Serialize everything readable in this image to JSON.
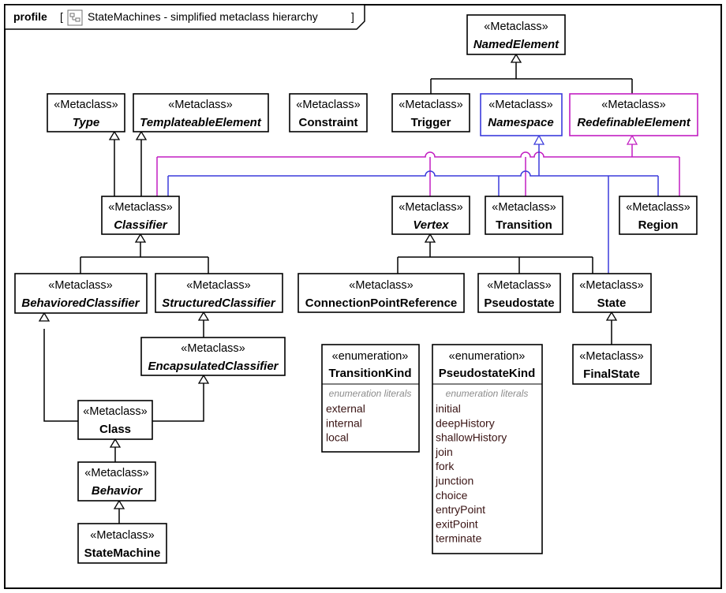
{
  "header": {
    "keyword": "profile",
    "bracket_open": "[",
    "title": "StateMachines - simplified metaclass hierarchy",
    "bracket_close": "]",
    "icon": "diagram-icon"
  },
  "colors": {
    "default": "#000000",
    "namespace_edges": "#3b3bdc",
    "redefinable_edges": "#c21ec2",
    "literal_text": "#3a1414"
  },
  "classes": {
    "named_element": {
      "stereotype": "«Metaclass»",
      "name": "NamedElement"
    },
    "type": {
      "stereotype": "«Metaclass»",
      "name": "Type"
    },
    "templateable_element": {
      "stereotype": "«Metaclass»",
      "name": "TemplateableElement"
    },
    "constraint": {
      "stereotype": "«Metaclass»",
      "name": "Constraint"
    },
    "trigger": {
      "stereotype": "«Metaclass»",
      "name": "Trigger"
    },
    "namespace": {
      "stereotype": "«Metaclass»",
      "name": "Namespace"
    },
    "redefinable_element": {
      "stereotype": "«Metaclass»",
      "name": "RedefinableElement"
    },
    "classifier": {
      "stereotype": "«Metaclass»",
      "name": "Classifier"
    },
    "vertex": {
      "stereotype": "«Metaclass»",
      "name": "Vertex"
    },
    "transition": {
      "stereotype": "«Metaclass»",
      "name": "Transition"
    },
    "region": {
      "stereotype": "«Metaclass»",
      "name": "Region"
    },
    "behaviored_classifier": {
      "stereotype": "«Metaclass»",
      "name": "BehavioredClassifier"
    },
    "structured_classifier": {
      "stereotype": "«Metaclass»",
      "name": "StructuredClassifier"
    },
    "connection_point_reference": {
      "stereotype": "«Metaclass»",
      "name": "ConnectionPointReference"
    },
    "pseudostate": {
      "stereotype": "«Metaclass»",
      "name": "Pseudostate"
    },
    "state": {
      "stereotype": "«Metaclass»",
      "name": "State"
    },
    "encapsulated_classifier": {
      "stereotype": "«Metaclass»",
      "name": "EncapsulatedClassifier"
    },
    "final_state": {
      "stereotype": "«Metaclass»",
      "name": "FinalState"
    },
    "class": {
      "stereotype": "«Metaclass»",
      "name": "Class"
    },
    "behavior": {
      "stereotype": "«Metaclass»",
      "name": "Behavior"
    },
    "state_machine": {
      "stereotype": "«Metaclass»",
      "name": "StateMachine"
    }
  },
  "enumerations": {
    "transition_kind": {
      "stereotype": "«enumeration»",
      "name": "TransitionKind",
      "section_title": "enumeration literals",
      "literals": [
        "external",
        "internal",
        "local"
      ]
    },
    "pseudostate_kind": {
      "stereotype": "«enumeration»",
      "name": "PseudostateKind",
      "section_title": "enumeration literals",
      "literals": [
        "initial",
        "deepHistory",
        "shallowHistory",
        "join",
        "fork",
        "junction",
        "choice",
        "entryPoint",
        "exitPoint",
        "terminate"
      ]
    }
  }
}
